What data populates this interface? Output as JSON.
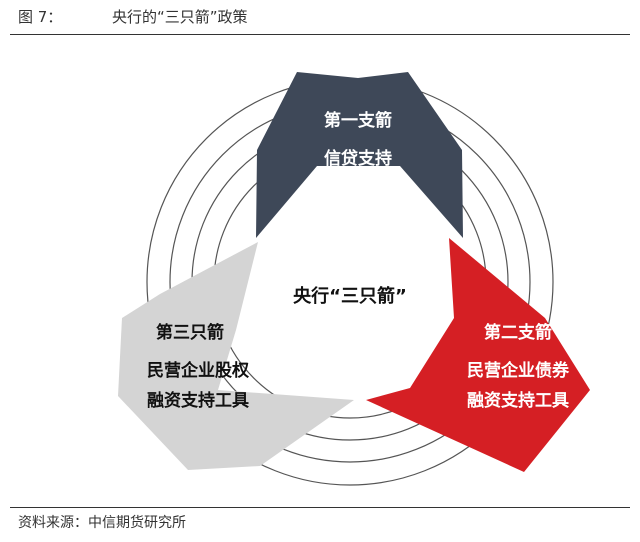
{
  "figure": {
    "label": "图 7：",
    "title": "央行的“三只箭”政策",
    "source": "资料来源：中信期货研究所"
  },
  "diagram": {
    "center_label": "央行“三只箭”",
    "arrows": [
      {
        "title": "第一支箭",
        "lines": [
          "信贷支持"
        ],
        "color": "#3e4858",
        "text_color": "#ffffff"
      },
      {
        "title": "第二支箭",
        "lines": [
          "民营企业债券",
          "融资支持工具"
        ],
        "color": "#d51f24",
        "text_color": "#ffffff"
      },
      {
        "title": "第三只箭",
        "lines": [
          "民营企业股权",
          "融资支持工具"
        ],
        "color": "#d4d4d4",
        "text_color": "#111111"
      }
    ]
  }
}
